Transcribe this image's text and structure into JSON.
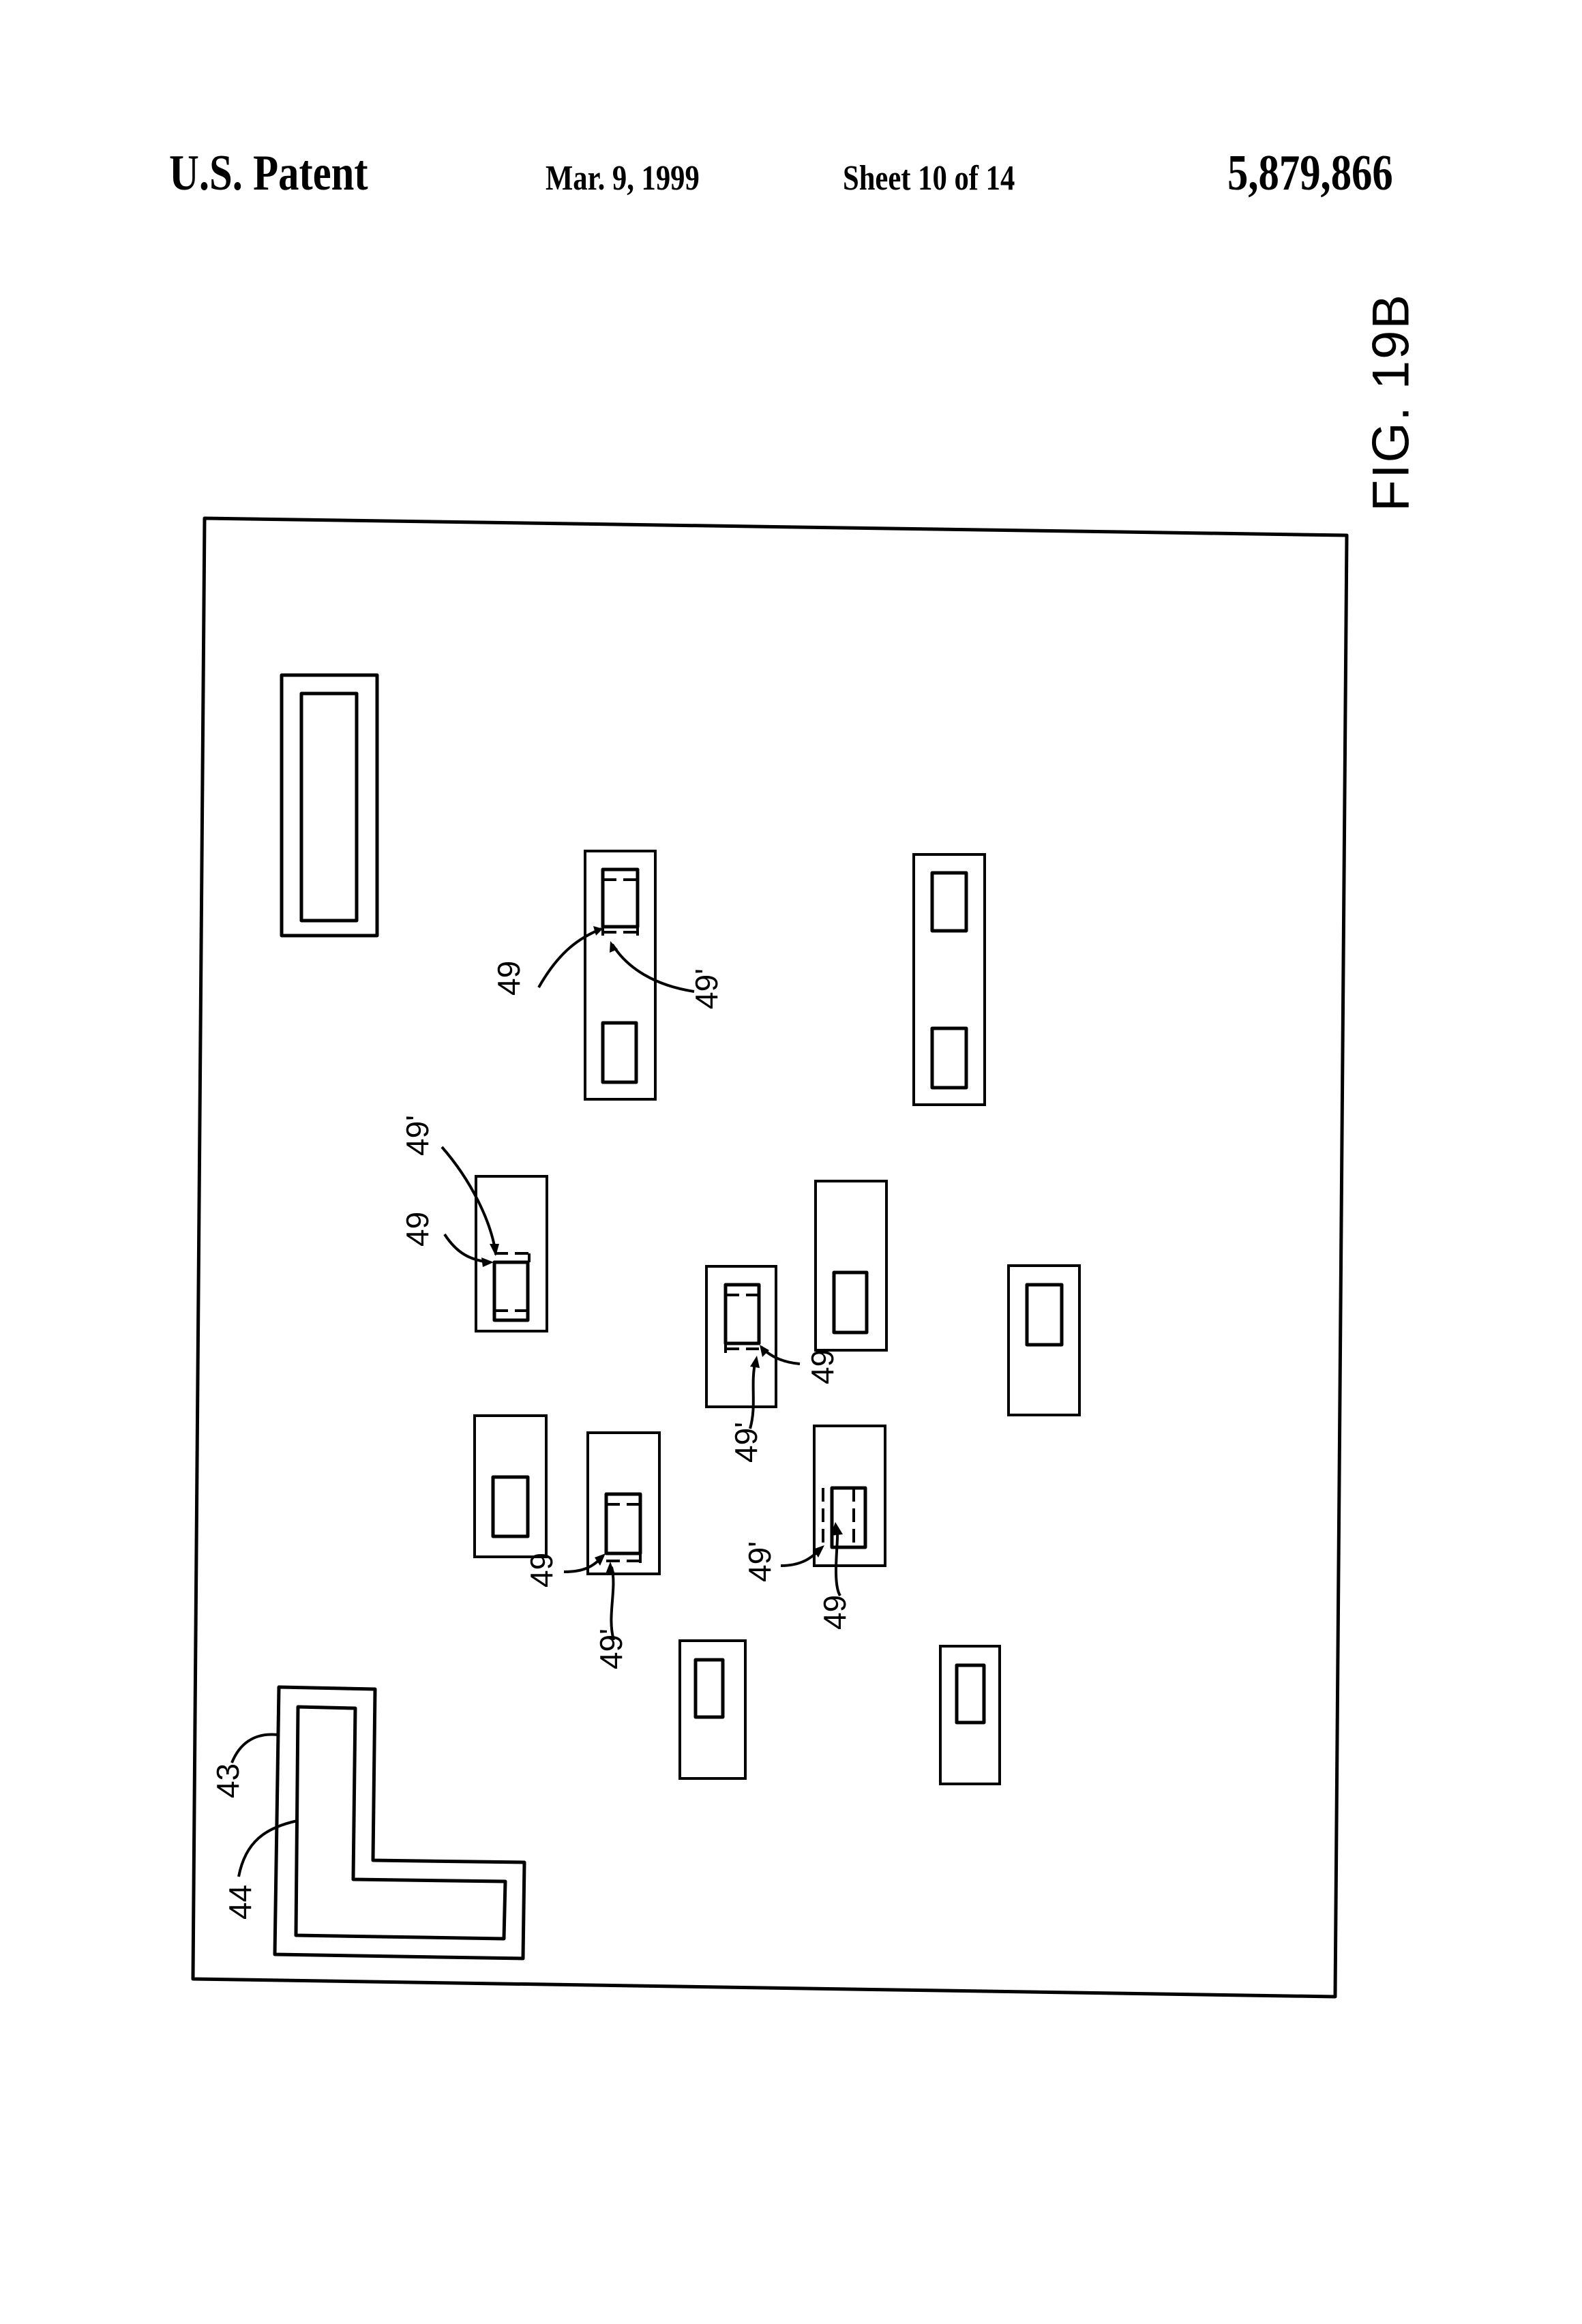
{
  "header": {
    "title": "U.S. Patent",
    "date": "Mar. 9, 1999",
    "sheet": "Sheet 10 of 14",
    "patent_number": "5,879,866"
  },
  "figure": {
    "label": "FIG. 19B",
    "reference_numerals": {
      "outer_l_pattern": "43",
      "inner_l_pattern": "44",
      "pad": "49",
      "pad_shifted": "49'"
    },
    "annotations": [
      {
        "text": "49"
      },
      {
        "text": "49'"
      },
      {
        "text": "49'"
      },
      {
        "text": "49"
      },
      {
        "text": "49"
      },
      {
        "text": "49'"
      },
      {
        "text": "49"
      },
      {
        "text": "49'"
      },
      {
        "text": "49'"
      },
      {
        "text": "49"
      },
      {
        "text": "43"
      },
      {
        "text": "44"
      }
    ]
  }
}
